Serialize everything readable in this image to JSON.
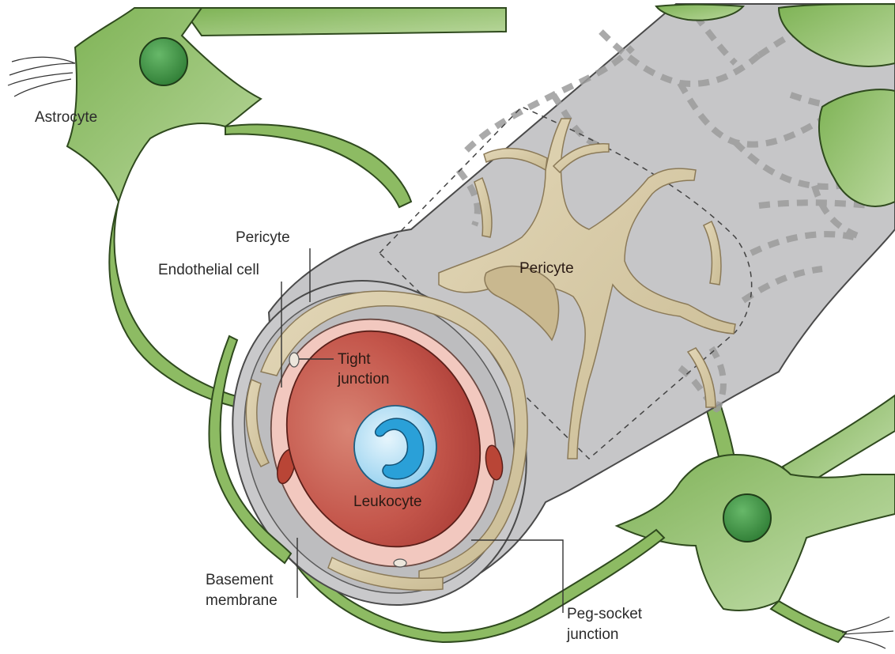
{
  "colors": {
    "astrocyte_fill": "#8dbb63",
    "astrocyte_light": "#b5d496",
    "astrocyte_outline": "#2f4a1e",
    "astrocyte_nucleus": "#3f8a3b",
    "vessel_gray": "#c4c4c6",
    "vessel_outline": "#4a4a4a",
    "pericyte_tan": "#d8cba8",
    "pericyte_dark": "#b9a782",
    "lumen_red": "#c0554a",
    "endothelium_pink": "#f2c8bf",
    "leukocyte_light": "#bfe3f5",
    "leukocyte_nucleus": "#2aa0d8",
    "tight_junction_gray": "#9c9c9c"
  },
  "labels": {
    "astrocyte": "Astrocyte",
    "pericyte_top": "Pericyte",
    "endothelial_cell": "Endothelial cell",
    "tight_junction_line1": "Tight",
    "tight_junction_line2": "junction",
    "pericyte_center": "Pericyte",
    "leukocyte": "Leukocyte",
    "basement_membrane_line1": "Basement",
    "basement_membrane_line2": "membrane",
    "peg_socket_line1": "Peg-socket",
    "peg_socket_line2": "junction"
  },
  "icons": [
    "astrocyte-icon",
    "pericyte-icon",
    "leukocyte-icon",
    "endothelial-cell-icon"
  ]
}
